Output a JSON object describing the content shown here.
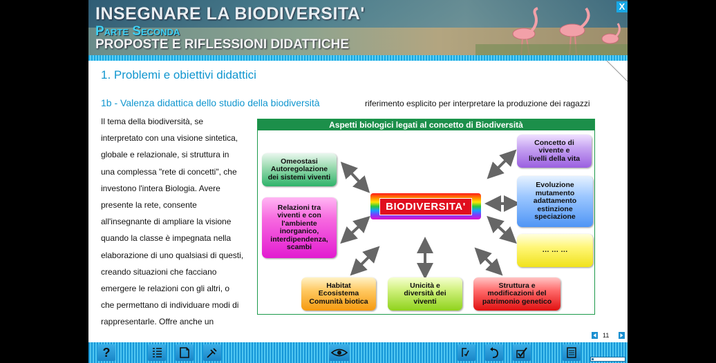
{
  "banner": {
    "title": "INSEGNARE LA BIODIVERSITA'",
    "part": "Parte Seconda",
    "subtitle": "PROPOSTE E RIFLESSIONI DIDATTICHE"
  },
  "window": {
    "close_label": "X"
  },
  "content": {
    "section_title": "1. Problemi e obiettivi didattici",
    "subsection_title": "1b - Valenza didattica dello studio della biodiversità",
    "reference_note": "riferimento esplicito per interpretare la produzione dei ragazzi",
    "body_lines": [
      "Il tema della biodiversità, se",
      "interpretato con una visione sintetica,",
      "globale e relazionale, si struttura in",
      "una complessa \"rete di concetti\", che",
      "investono l'intera Biologia. Avere",
      "presente la rete, consente",
      "all'insegnante di ampliare la visione",
      "quando la classe è impegnata nella",
      "elaborazione di uno qualsiasi di questi,",
      "creando situazioni che facciano",
      "emergere le relazioni con gli altri, o",
      "che permettano di individuare modi di",
      "rappresentarle. Offre anche un"
    ]
  },
  "diagram": {
    "title": "Aspetti biologici legati al concetto di Biodiversità",
    "center": "BIODIVERSITA'",
    "concepts": {
      "omeostasi": [
        "Omeostasi",
        "Autoregolazione",
        "dei sistemi viventi"
      ],
      "relazioni": [
        "Relazioni tra",
        "viventi e con",
        "l'ambiente",
        "inorganico,",
        "interdipendenza,",
        "scambi"
      ],
      "habitat": [
        "Habitat",
        "Ecosistema",
        "Comunità biotica"
      ],
      "unicita": [
        "Unicità e",
        "diversità dei",
        "viventi"
      ],
      "struttura": [
        "Struttura e",
        "modificazioni del",
        "patrimonio genetico"
      ],
      "concetto": [
        "Concetto di",
        "vivente e",
        "livelli della vita"
      ],
      "evoluzione": [
        "Evoluzione",
        "mutamento",
        "adattamento",
        "estinzione",
        "speciazione"
      ],
      "altro": [
        "… … …"
      ]
    },
    "colors": {
      "omeostasi": "#2fb36a",
      "relazioni": "#e21bd0",
      "habitat": "#f59a10",
      "unicita": "#8fd21c",
      "struttura": "#e01010",
      "concetto": "#9b60e0",
      "evoluzione": "#4f95f5",
      "altro": "#f0e21c"
    }
  },
  "pager": {
    "page": "11"
  },
  "toolbar": {
    "help_label": "?",
    "icons": [
      "help-icon",
      "index-list-icon",
      "notes-icon",
      "tools-icon",
      "eye-icon",
      "annotate-icon",
      "undo-icon",
      "checkmark-icon",
      "document-icon"
    ]
  },
  "theme": {
    "accent": "#1096cf",
    "toolbar": "#1697d8",
    "diagram_header": "#1c8f4a"
  }
}
